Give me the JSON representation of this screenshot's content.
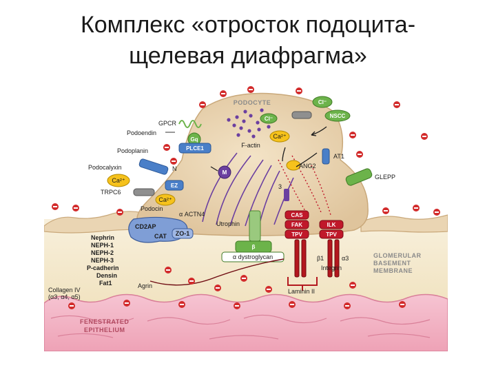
{
  "title": {
    "line1": "Комплекс «отросток подоцита-",
    "line2": "щелевая диафрагма»"
  },
  "colors": {
    "podocyte_body": "#ead5b3",
    "gbm": "#f6ecd2",
    "endothelium": "#f1b3c4",
    "receptor_blue": "#4a7fc8",
    "receptor_green": "#6cb34a",
    "integrin_red": "#b3171e",
    "actin_purple": "#6b3fa0",
    "charge_red": "#d22b2b"
  },
  "diagram": {
    "podocyte": "PODOCYTE",
    "f_actin": "F-actin",
    "cl_top": "Cl⁻",
    "cl_inner": "Cl⁻",
    "nscc": "NSCC",
    "ca_inner": "Ca²⁺",
    "gpcr": "GPCR",
    "gq": "Gq",
    "podoendin": "Podoendin",
    "podoplanin": "Podoplanin",
    "plce1": "PLCE1",
    "podocalyxin": "Podocalyxin",
    "n": "N",
    "ca_left": "Ca²⁺",
    "ez": "EZ",
    "trpc6": "TRPC6",
    "ca_podocin": "Ca²⁺",
    "podocin": "Podocin",
    "m": "M",
    "actn4": "α ACTN4",
    "cd2ap": "CD2AP",
    "cat": "CAT",
    "zo1": "ZO-1",
    "utrophin": "Utrophin",
    "beta": "β",
    "dystroglycan": "α dystroglycan",
    "at1": "AT1",
    "ang2": "ANG2",
    "glepp": "GLEPP",
    "three": "3",
    "cas": "CAS",
    "fak": "FAK",
    "tpv_left": "TPV",
    "ilk": "ILK",
    "tpv_right": "TPV",
    "beta1": "β1",
    "alpha3": "α3",
    "integrin": "Integrin",
    "laminin": "Laminin II",
    "agrin": "Agrin",
    "slit_proteins": [
      "Nephrin",
      "NEPH-1",
      "NEPH-2",
      "NEPH-3",
      "P-cadherin",
      "Densin",
      "Fat1"
    ],
    "collagen": "Collagen IV",
    "collagen_chains": "(α3, α4, α5)",
    "gbm_label": [
      "GLOMERULAR",
      "BASEMENT",
      "MEMBRANE"
    ],
    "endo_label": [
      "FENESTRATED",
      "EPITHELIUM"
    ]
  }
}
